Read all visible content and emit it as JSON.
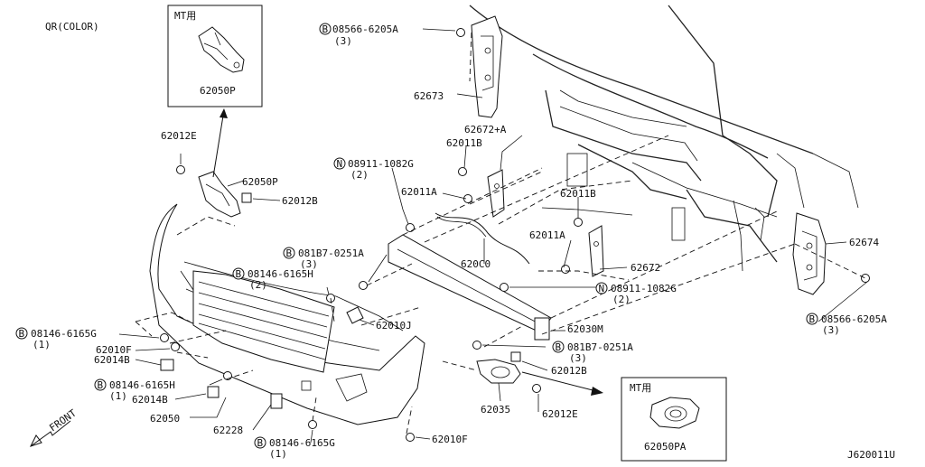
{
  "header": {
    "qr_label": "QR(COLOR)"
  },
  "insets": {
    "top": {
      "title": "MT用",
      "part": "62050P"
    },
    "bottom": {
      "title": "MT用",
      "part": "62050PA"
    }
  },
  "footer": {
    "diagram_code": "J620011U"
  },
  "direction": {
    "label": "FRONT"
  },
  "part_labels": {
    "p62673": "62673",
    "p62672A": "62672+A",
    "p62011B_1": "62011B",
    "p62011A_1": "62011A",
    "p62011B_2": "62011B",
    "p62011A_2": "62011A",
    "p620C0": "620C0",
    "p62672": "62672",
    "p62674": "62674",
    "p62012E_1": "62012E",
    "p62050P": "62050P",
    "p62012B_1": "62012B",
    "p62010J": "62010J",
    "p62030M": "62030M",
    "p62012B_2": "62012B",
    "p62035": "62035",
    "p62012E_2": "62012E",
    "p62010F_1": "62010F",
    "p62014B_1": "62014B",
    "p62014B_2": "62014B",
    "p62050": "62050",
    "p62228": "62228",
    "p62010F_2": "62010F"
  },
  "bolt_labels": {
    "b1": {
      "prefix": "B",
      "code": "08566-6205A",
      "qty": "(3)"
    },
    "b2": {
      "prefix": "N",
      "code": "08911-1082G",
      "qty": "(2)"
    },
    "b3": {
      "prefix": "B",
      "code": "081B7-0251A",
      "qty": "(3)"
    },
    "b4": {
      "prefix": "B",
      "code": "08146-6165H",
      "qty": "(2)"
    },
    "b5": {
      "prefix": "N",
      "code": "08911-1082G",
      "qty": "(2)"
    },
    "b6": {
      "prefix": "B",
      "code": "08566-6205A",
      "qty": "(3)"
    },
    "b7": {
      "prefix": "B",
      "code": "081B7-0251A",
      "qty": "(3)"
    },
    "b8": {
      "prefix": "B",
      "code": "08146-6165G",
      "qty": "(1)"
    },
    "b9": {
      "prefix": "B",
      "code": "08146-6165H",
      "qty": "(1)"
    },
    "b10": {
      "prefix": "B",
      "code": "08146-6165G",
      "qty": "(1)"
    }
  }
}
